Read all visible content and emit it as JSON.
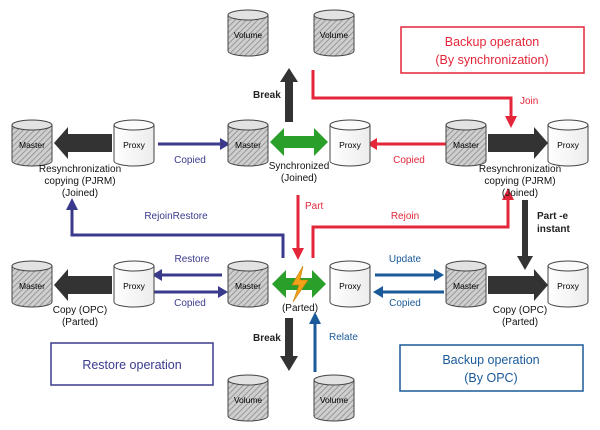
{
  "colors": {
    "red": "#e4263a",
    "blue": "#3a3a8c",
    "darkblue": "#1a5a9a",
    "green": "#2aa02a",
    "dark": "#333333",
    "lightning": "#f3a21a"
  },
  "cylinders": {
    "volume": "Volume",
    "master": "Master",
    "proxy": "Proxy"
  },
  "boxes": {
    "backup_sync": {
      "line1": "Backup operaton",
      "line2": "(By synchronization)"
    },
    "backup_opc": {
      "line1": "Backup operation",
      "line2": "(By OPC)"
    },
    "restore": {
      "title": "Restore operation"
    }
  },
  "states": {
    "synchronized": {
      "line1": "Synchronized",
      "line2": "(Joined)"
    },
    "parted_center": {
      "line1": "(Parted)"
    },
    "resync_left": {
      "line1": "Resynchronization",
      "line2": "copying (PJRM)",
      "line3": "(Joined)"
    },
    "resync_right": {
      "line1": "Resynchronization",
      "line2": "copying (PJRM)",
      "line3": "(Joined)"
    },
    "copy_left": {
      "line1": "Copy (OPC)",
      "line2": "(Parted)"
    },
    "copy_right": {
      "line1": "Copy (OPC)",
      "line2": "(Parted)"
    }
  },
  "arrows": {
    "break_top": "Break",
    "break_bottom": "Break",
    "join": "Join",
    "part": "Part",
    "part_e": {
      "line1": "Part -e",
      "line2": "instant"
    },
    "rejoin": "Rejoin",
    "rejoin_restore": "RejoinRestore",
    "restore": "Restore",
    "update": "Update",
    "relate": "Relate",
    "copied_top_left": "Copied",
    "copied_top_right": "Copied",
    "copied_bottom_left": "Copied",
    "copied_bottom_right": "Copied"
  }
}
